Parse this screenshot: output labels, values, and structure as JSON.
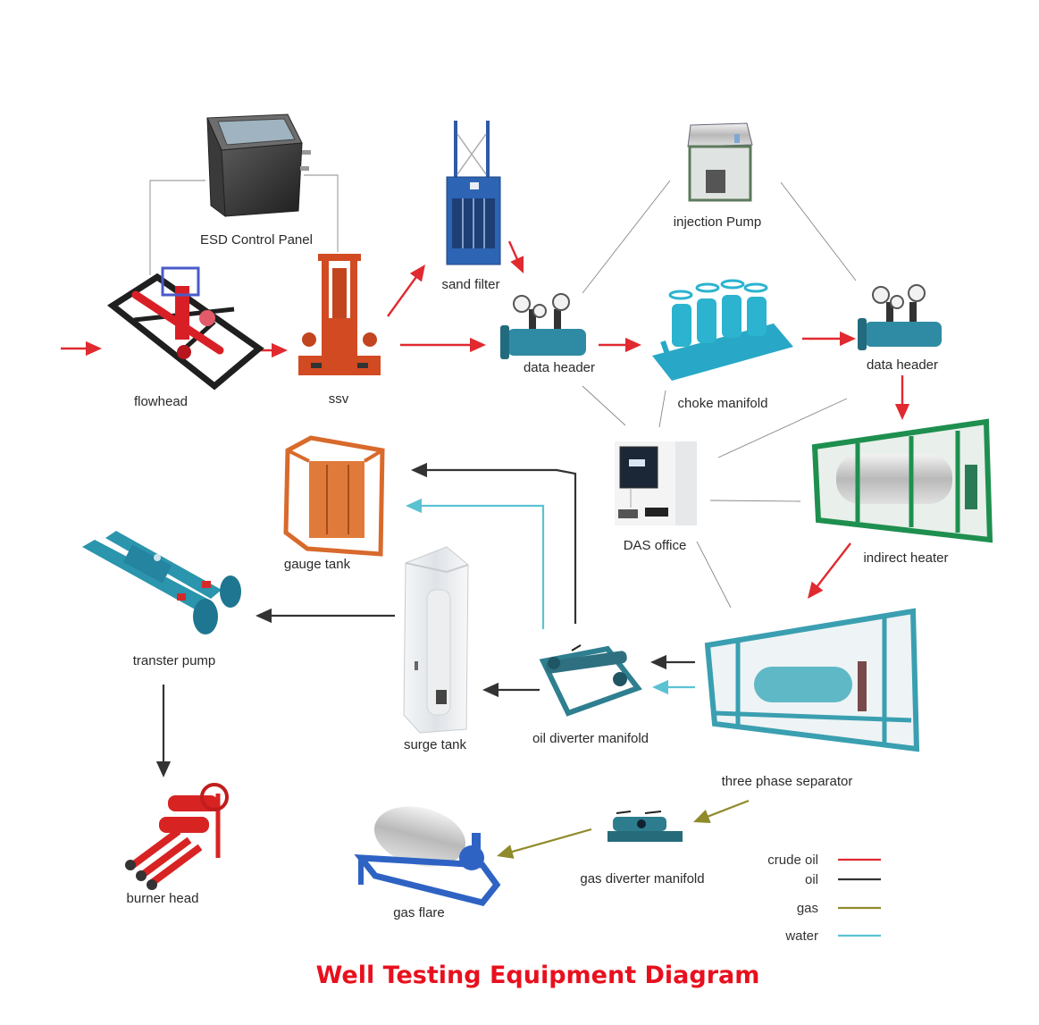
{
  "title": "Well Testing Equipment Diagram",
  "colors": {
    "crude_oil": "#e02a30",
    "oil": "#333333",
    "gas": "#8f8a2a",
    "water": "#5bc2d2",
    "signal": "#888888",
    "title": "#e8101e"
  },
  "equipment": {
    "esd_panel": "ESD Control Panel",
    "flowhead": "flowhead",
    "ssv": "ssv",
    "sand_filter": "sand filter",
    "data_header_1": "data header",
    "injection_pump": "injection Pump",
    "choke_manifold": "choke manifold",
    "data_header_2": "data header",
    "das_office": "DAS office",
    "indirect_heater": "indirect heater",
    "gauge_tank": "gauge tank",
    "transfer_pump": "transter pump",
    "surge_tank": "surge tank",
    "oil_diverter_manifold": "oil diverter manifold",
    "three_phase_separator": "three phase separator",
    "burner_head": "burner head",
    "gas_flare": "gas flare",
    "gas_diverter_manifold": "gas diverter manifold"
  },
  "legend": [
    {
      "label": "crude oil",
      "type": "crude_oil"
    },
    {
      "label": "oil",
      "type": "oil"
    },
    {
      "label": "gas",
      "type": "gas"
    },
    {
      "label": "water",
      "type": "water"
    }
  ],
  "flows": [
    {
      "from": "inlet",
      "to": "flowhead",
      "type": "crude_oil"
    },
    {
      "from": "flowhead",
      "to": "ssv",
      "type": "crude_oil"
    },
    {
      "from": "ssv",
      "to": "sand_filter",
      "type": "crude_oil"
    },
    {
      "from": "sand_filter",
      "to": "data_header_1",
      "type": "crude_oil"
    },
    {
      "from": "ssv",
      "to": "data_header_1",
      "type": "crude_oil"
    },
    {
      "from": "data_header_1",
      "to": "choke_manifold",
      "type": "crude_oil"
    },
    {
      "from": "choke_manifold",
      "to": "data_header_2",
      "type": "crude_oil"
    },
    {
      "from": "data_header_2",
      "to": "indirect_heater",
      "type": "crude_oil"
    },
    {
      "from": "indirect_heater",
      "to": "three_phase_separator",
      "type": "crude_oil"
    },
    {
      "from": "three_phase_separator",
      "to": "oil_diverter_manifold",
      "type": "oil"
    },
    {
      "from": "three_phase_separator",
      "to": "oil_diverter_manifold",
      "type": "water"
    },
    {
      "from": "oil_diverter_manifold",
      "to": "surge_tank",
      "type": "oil"
    },
    {
      "from": "oil_diverter_manifold",
      "to": "gauge_tank",
      "type": "oil"
    },
    {
      "from": "oil_diverter_manifold",
      "to": "gauge_tank",
      "type": "water"
    },
    {
      "from": "surge_tank",
      "to": "transfer_pump",
      "type": "oil"
    },
    {
      "from": "transfer_pump",
      "to": "burner_head",
      "type": "oil"
    },
    {
      "from": "three_phase_separator",
      "to": "gas_diverter_manifold",
      "type": "gas"
    },
    {
      "from": "gas_diverter_manifold",
      "to": "gas_flare",
      "type": "gas"
    }
  ],
  "signals": [
    {
      "from": "esd_panel",
      "to": "flowhead"
    },
    {
      "from": "esd_panel",
      "to": "ssv"
    },
    {
      "from": "injection_pump",
      "to": "data_header_1"
    },
    {
      "from": "injection_pump",
      "to": "data_header_2"
    },
    {
      "from": "data_header_1",
      "to": "das_office"
    },
    {
      "from": "choke_manifold",
      "to": "das_office"
    },
    {
      "from": "data_header_2",
      "to": "das_office"
    },
    {
      "from": "indirect_heater",
      "to": "das_office"
    },
    {
      "from": "three_phase_separator",
      "to": "das_office"
    }
  ]
}
